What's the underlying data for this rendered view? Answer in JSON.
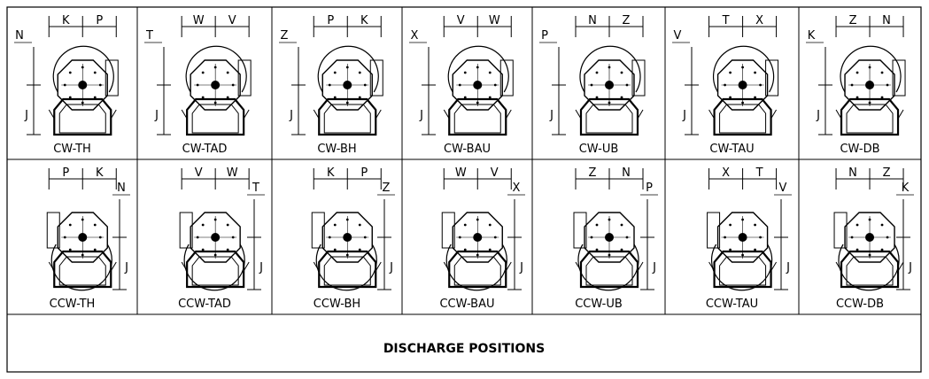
{
  "title": "DISCHARGE POSITIONS",
  "rows": [
    {
      "cells": [
        {
          "label": "CW-TH",
          "dims": [
            "K",
            "P",
            "N",
            "J"
          ]
        },
        {
          "label": "CW-TAD",
          "dims": [
            "W",
            "V",
            "T",
            "J"
          ]
        },
        {
          "label": "CW-BH",
          "dims": [
            "P",
            "K",
            "Z",
            "J"
          ]
        },
        {
          "label": "CW-BAU",
          "dims": [
            "V",
            "W",
            "X",
            "J"
          ]
        },
        {
          "label": "CW-UB",
          "dims": [
            "N",
            "Z",
            "P",
            "J"
          ]
        },
        {
          "label": "CW-TAU",
          "dims": [
            "T",
            "X",
            "V",
            "J"
          ]
        },
        {
          "label": "CW-DB",
          "dims": [
            "Z",
            "N",
            "K",
            "J"
          ]
        }
      ]
    },
    {
      "cells": [
        {
          "label": "CCW-TH",
          "dims": [
            "P",
            "K",
            "N",
            "J"
          ]
        },
        {
          "label": "CCW-TAD",
          "dims": [
            "V",
            "W",
            "T",
            "J"
          ]
        },
        {
          "label": "CCW-BH",
          "dims": [
            "K",
            "P",
            "Z",
            "J"
          ]
        },
        {
          "label": "CCW-BAU",
          "dims": [
            "W",
            "V",
            "X",
            "J"
          ]
        },
        {
          "label": "CCW-UB",
          "dims": [
            "Z",
            "N",
            "P",
            "J"
          ]
        },
        {
          "label": "CCW-TAU",
          "dims": [
            "X",
            "T",
            "V",
            "J"
          ]
        },
        {
          "label": "CCW-DB",
          "dims": [
            "N",
            "Z",
            "K",
            "J"
          ]
        }
      ]
    }
  ]
}
